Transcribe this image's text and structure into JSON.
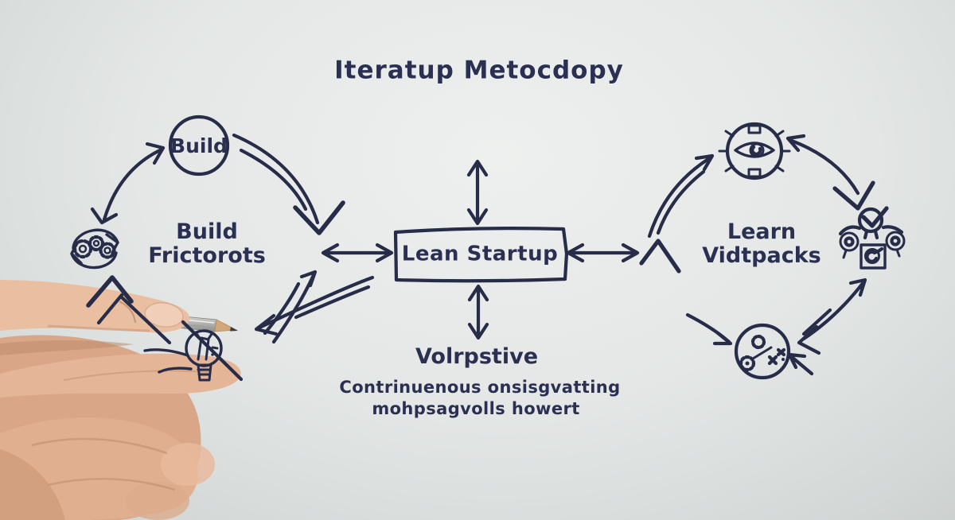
{
  "title": "Iteratup Metocdopy",
  "left_cycle": {
    "node_label": "Build",
    "label_line1": "Build",
    "label_line2": "Frictorots",
    "icons": [
      "sync-gears-icon",
      "lightbulb-icon"
    ]
  },
  "center": {
    "box_label": "Lean Startup",
    "below_heading": "Volrpstive",
    "caption_line1": "Contrinuenous onsisgvatting",
    "caption_line2": "mohpsagvolls howert"
  },
  "right_cycle": {
    "label_line1": "Learn",
    "label_line2": "Vidtpacks",
    "icons": [
      "eye-gear-icon",
      "options-check-icon",
      "gears-puzzle-icon"
    ]
  },
  "colors": {
    "ink": "#272c48",
    "background_light": "#eef0ef",
    "background_dark": "#c2c8c7",
    "skin_base": "#dfb093",
    "pencil_silver": "#c2c2be",
    "pencil_wood": "#d2a878"
  }
}
